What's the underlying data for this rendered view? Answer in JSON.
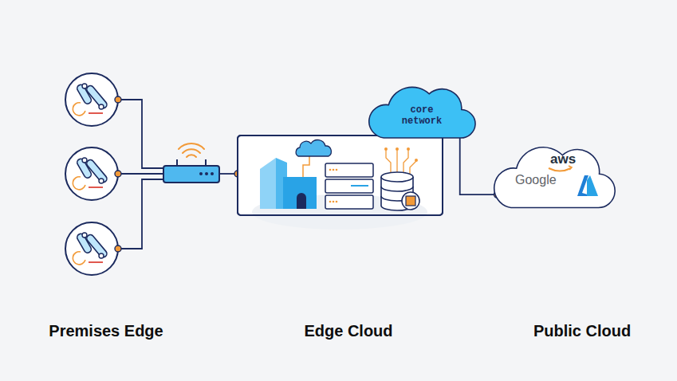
{
  "diagram": {
    "nodes": [
      {
        "text": [
          "core network"
        ]
      },
      {
        "text": [
          "aws",
          "Google"
        ]
      }
    ],
    "edges": [
      {
        "from": 0,
        "to": 1,
        "arrow": "none"
      }
    ],
    "labels": [
      "Premises Edge",
      "Edge Cloud",
      "Public Cloud"
    ]
  }
}
